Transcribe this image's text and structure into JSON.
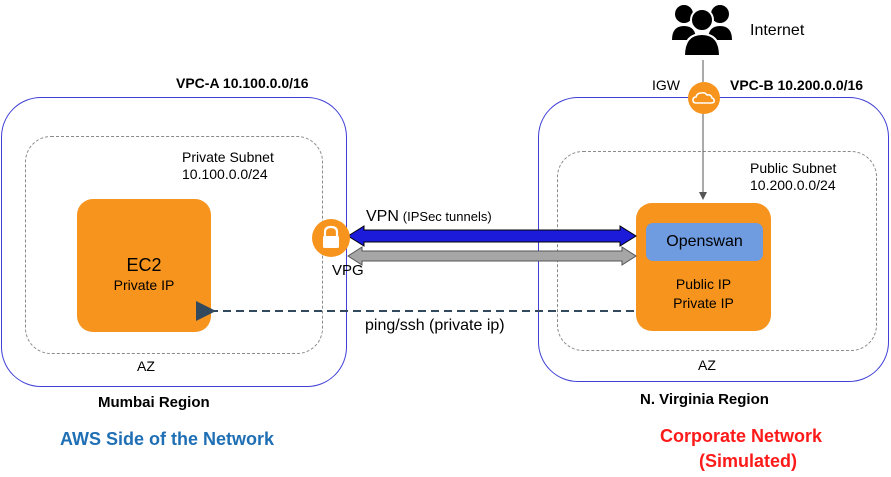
{
  "internet": {
    "label": "Internet"
  },
  "igw": {
    "label": "IGW"
  },
  "vpc_a": {
    "title": "VPC-A 10.100.0.0/16",
    "subnet_name": "Private Subnet",
    "subnet_cidr": "10.100.0.0/24",
    "az": "AZ",
    "region": "Mumbai Region"
  },
  "vpc_b": {
    "title": "VPC-B 10.200.0.0/16",
    "subnet_name": "Public Subnet",
    "subnet_cidr": "10.200.0.0/24",
    "az": "AZ",
    "region": "N. Virginia Region"
  },
  "ec2": {
    "title": "EC2",
    "ip": "Private IP"
  },
  "openswan": {
    "title": "Openswan",
    "public_ip": "Public IP",
    "private_ip": "Private IP"
  },
  "vpg": {
    "label": "VPG"
  },
  "vpn": {
    "label": "VPN",
    "sublabel": "(IPSec tunnels)"
  },
  "ping": {
    "label": "ping/ssh (private ip)"
  },
  "aws_side": {
    "label": "AWS Side of the Network",
    "color": "#1f6fb5"
  },
  "corporate": {
    "line1": "Corporate Network",
    "line2": "(Simulated)",
    "color": "#ff1a1a"
  },
  "colors": {
    "vpc_border": "#3f3fd6",
    "orange": "#f7941d",
    "openswan_fill": "#6f9be0",
    "vpn_arrow": "#1b1bd9",
    "grey_arrow": "#a6a6a6"
  }
}
